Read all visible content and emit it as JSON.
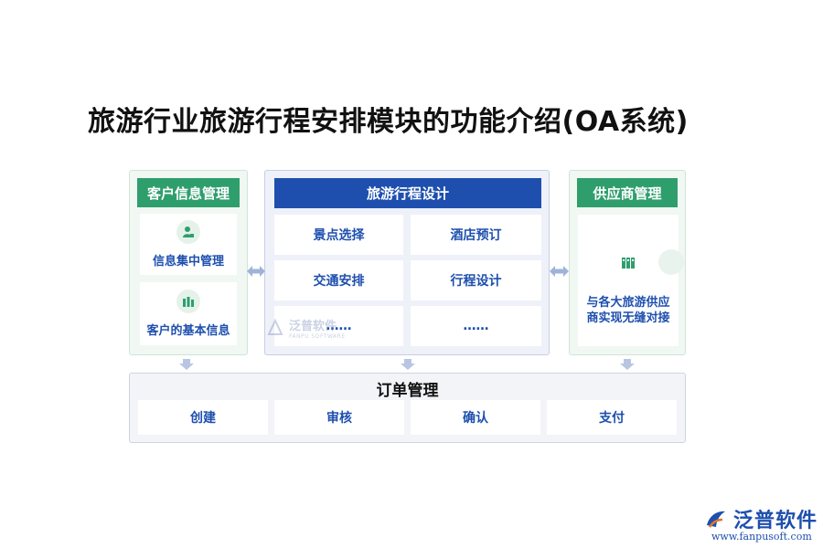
{
  "title": "旅游行业旅游行程安排模块的功能介绍(OA系统)",
  "left_panel": {
    "header": "客户信息管理",
    "items": [
      {
        "label": "信息集中管理",
        "icon": "user-icon"
      },
      {
        "label": "客户的基本信息",
        "icon": "database-icon"
      }
    ]
  },
  "center_panel": {
    "header": "旅游行程设计",
    "cells": [
      "景点选择",
      "酒店预订",
      "交通安排",
      "行程设计",
      "……",
      "……"
    ]
  },
  "right_panel": {
    "header": "供应商管理",
    "description": "与各大旅游供应商实现无缝对接",
    "icon": "building-icon"
  },
  "bottom_panel": {
    "header": "订单管理",
    "items": [
      "创建",
      "审核",
      "确认",
      "支付"
    ]
  },
  "watermark": {
    "text": "泛普软件",
    "sub": "FANPU SOFTWARE"
  },
  "brand": {
    "name": "泛普软件",
    "url": "www.fanpusoft.com"
  },
  "colors": {
    "green": "#2f9e6d",
    "blue": "#1e4fae",
    "arrow": "#9fb3d9"
  }
}
